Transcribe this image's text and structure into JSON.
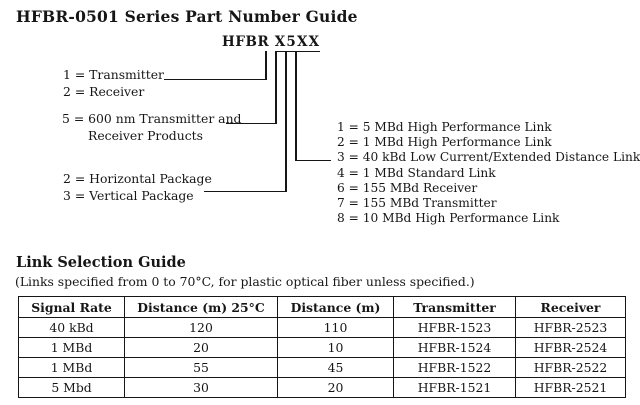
{
  "page_title": "HFBR-0501 Series Part Number Guide",
  "diagram": {
    "part_prefix": "HFBR",
    "part_code": "X5XX",
    "groups": [
      {
        "lines": [
          "1 = Transmitter",
          "2 = Receiver"
        ]
      },
      {
        "lines": [
          "5 = 600 nm Transmitter and",
          "Receiver Products"
        ]
      },
      {
        "lines": [
          "2 = Horizontal Package",
          "3 = Vertical Package"
        ]
      }
    ],
    "link_types": [
      "1 = 5 MBd High Performance Link",
      "2 = 1 MBd High Performance Link",
      "3 = 40 kBd Low Current/Extended Distance Link",
      "4 = 1 MBd Standard Link",
      "6 = 155 MBd Receiver",
      "7 = 155 MBd Transmitter",
      "8 = 10 MBd High Performance Link"
    ]
  },
  "guide": {
    "heading": "Link Selection Guide",
    "note": "(Links specified from 0 to 70°C, for plastic optical fiber unless specified.)",
    "table": {
      "headers": [
        "Signal Rate",
        "Distance (m) 25°C",
        "Distance (m)",
        "Transmitter",
        "Receiver"
      ],
      "rows": [
        [
          "40 kBd",
          "120",
          "110",
          "HFBR-1523",
          "HFBR-2523"
        ],
        [
          "1 MBd",
          "20",
          "10",
          "HFBR-1524",
          "HFBR-2524"
        ],
        [
          "1 MBd",
          "55",
          "45",
          "HFBR-1522",
          "HFBR-2522"
        ],
        [
          "5 Mbd",
          "30",
          "20",
          "HFBR-1521",
          "HFBR-2521"
        ]
      ]
    }
  },
  "colors": {
    "background": "#ffffff",
    "text": "#161616",
    "line": "#161616"
  }
}
